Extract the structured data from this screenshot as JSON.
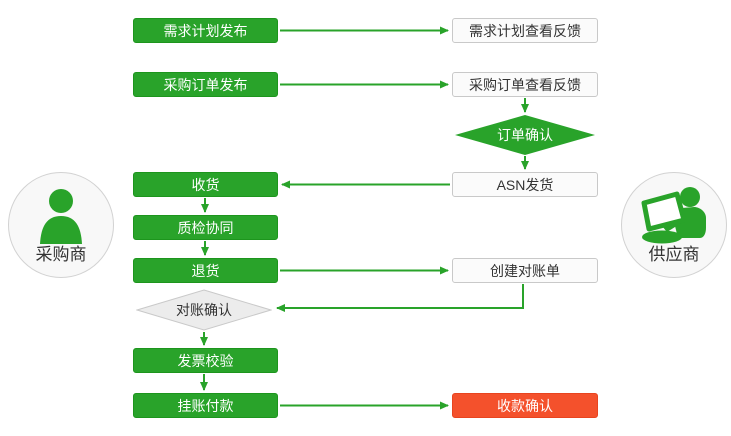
{
  "actors": {
    "buyer": {
      "label": "采购商"
    },
    "supplier": {
      "label": "供应商"
    }
  },
  "nodes": {
    "demand_plan_release": {
      "label": "需求计划发布"
    },
    "demand_plan_feedback": {
      "label": "需求计划查看反馈"
    },
    "purchase_order_release": {
      "label": "采购订单发布"
    },
    "purchase_order_feedback": {
      "label": "采购订单查看反馈"
    },
    "order_confirm": {
      "label": "订单确认"
    },
    "asn_shipment": {
      "label": "ASN发货"
    },
    "receiving": {
      "label": "收货"
    },
    "quality_inspection": {
      "label": "质检协同"
    },
    "return_goods": {
      "label": "退货"
    },
    "create_statement": {
      "label": "创建对账单"
    },
    "statement_confirm": {
      "label": "对账确认"
    },
    "invoice_verification": {
      "label": "发票校验"
    },
    "payment_on_account": {
      "label": "挂账付款"
    },
    "receipt_confirm": {
      "label": "收款确认"
    }
  },
  "colors": {
    "green": "#29a32a",
    "red": "#f4512c",
    "white_box_bg": "#fbfbfb",
    "white_box_border": "#c9c9c9",
    "gray_diamond_bg": "#ececec",
    "text_dark": "#333333",
    "text_light": "#ffffff"
  }
}
